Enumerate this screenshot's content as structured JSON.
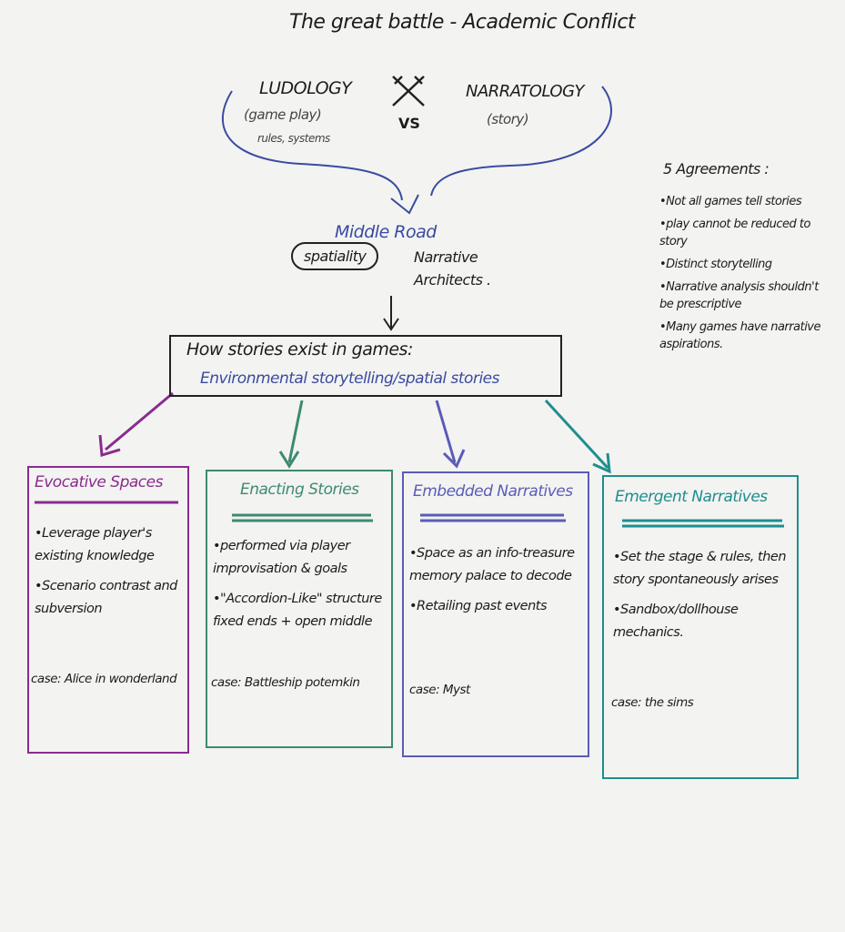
{
  "title": "The great battle - Academic Conflict",
  "ludology": {
    "label": "LUDOLOGY",
    "sub": "(game play)",
    "sub2": "rules, systems"
  },
  "versus": "VS",
  "narratology": {
    "label": "NARRATOLOGY",
    "sub": "(story)"
  },
  "middle_road": "Middle Road",
  "spatiality": "spatiality",
  "narrative_architects": "Narrative Architects .",
  "how_stories": {
    "title": "How stories exist in games:",
    "subtitle": "Environmental storytelling/spatial stories"
  },
  "agreements": {
    "title": "5 Agreements :",
    "items": [
      "•Not all games tell stories",
      "•play cannot be reduced to story",
      "•Distinct storytelling",
      "•Narrative analysis shouldn't be prescriptive",
      "•Many games have narrative aspirations."
    ]
  },
  "cards": [
    {
      "title": "Evocative Spaces",
      "bullets": [
        "•Leverage player's existing knowledge",
        "•Scenario contrast and subversion"
      ],
      "case": "case: Alice in wonderland",
      "color": "#8a2b8e"
    },
    {
      "title": "Enacting Stories",
      "bullets": [
        "•performed via player improvisation & goals",
        "•\"Accordion-Like\" structure fixed ends + open middle"
      ],
      "case": "case: Battleship potemkin",
      "color": "#3c8a72"
    },
    {
      "title": "Embedded Narratives",
      "bullets": [
        "•Space as an info-treasure memory palace to decode",
        "•Retailing past events"
      ],
      "case": "case: Myst",
      "color": "#5a5cb8"
    },
    {
      "title": "Emergent Narratives",
      "bullets": [
        "•Set the stage & rules, then story spontaneously arises",
        "•Sandbox/dollhouse mechanics."
      ],
      "case": "case: the sims",
      "color": "#1e8e8e"
    }
  ]
}
